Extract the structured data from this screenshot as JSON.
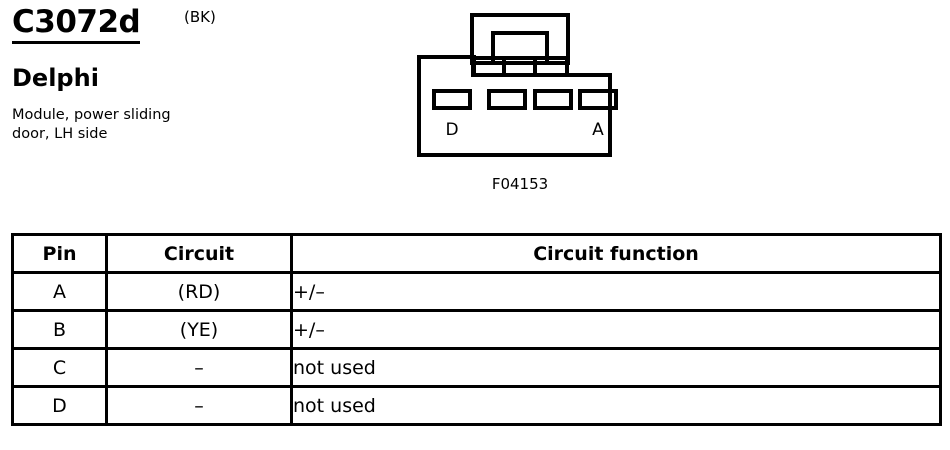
{
  "header": {
    "connector_id": "C3072d",
    "color_code": "(BK)",
    "manufacturer": "Delphi",
    "description": "Module, power sliding door, LH side"
  },
  "illustration": {
    "figure_caption": "F04153",
    "cavity_label_left": "D",
    "cavity_label_right": "A",
    "cavity_count": 4
  },
  "table": {
    "columns": [
      "Pin",
      "Circuit",
      "Circuit function"
    ],
    "rows": [
      {
        "pin": "A",
        "circuit": "(RD)",
        "function": "+/–"
      },
      {
        "pin": "B",
        "circuit": "(YE)",
        "function": "+/–"
      },
      {
        "pin": "C",
        "circuit": "–",
        "function": "not used"
      },
      {
        "pin": "D",
        "circuit": "–",
        "function": "not used"
      }
    ]
  },
  "colors": {
    "ink": "#000000",
    "paper": "#ffffff"
  }
}
